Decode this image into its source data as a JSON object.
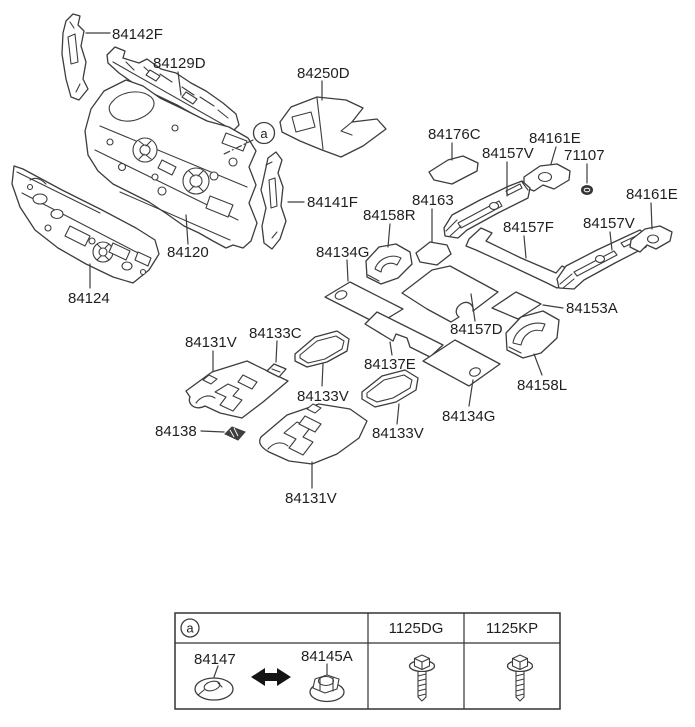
{
  "diagram": {
    "assembly_marker": "a",
    "callouts": [
      {
        "part": "84142F"
      },
      {
        "part": "84129D"
      },
      {
        "part": "84250D"
      },
      {
        "part": "84176C"
      },
      {
        "part": "84157V"
      },
      {
        "part": "84161E"
      },
      {
        "part": "71107"
      },
      {
        "part": "84161E"
      },
      {
        "part": "84163"
      },
      {
        "part": "84158R"
      },
      {
        "part": "84141F"
      },
      {
        "part": "84157F"
      },
      {
        "part": "84157V"
      },
      {
        "part": "84120"
      },
      {
        "part": "84134G"
      },
      {
        "part": "84124"
      },
      {
        "part": "84153A"
      },
      {
        "part": "84157D"
      },
      {
        "part": "84131V"
      },
      {
        "part": "84133C"
      },
      {
        "part": "84133V"
      },
      {
        "part": "84137E"
      },
      {
        "part": "84158L"
      },
      {
        "part": "84134G"
      },
      {
        "part": "84138"
      },
      {
        "part": "84133V"
      },
      {
        "part": "84131V"
      }
    ]
  },
  "legend_table": {
    "marker": "a",
    "fastener_columns": [
      "1125DG",
      "1125KP"
    ],
    "interchange_parts": [
      "84147",
      "84145A"
    ],
    "icons": [
      "grommet-icon",
      "interchange-arrow-icon",
      "nut-icon",
      "bolt-icon",
      "bolt-icon"
    ]
  },
  "colors": {
    "background": "#ffffff",
    "line": "#3d3d3d",
    "text": "#1f1f1f"
  }
}
